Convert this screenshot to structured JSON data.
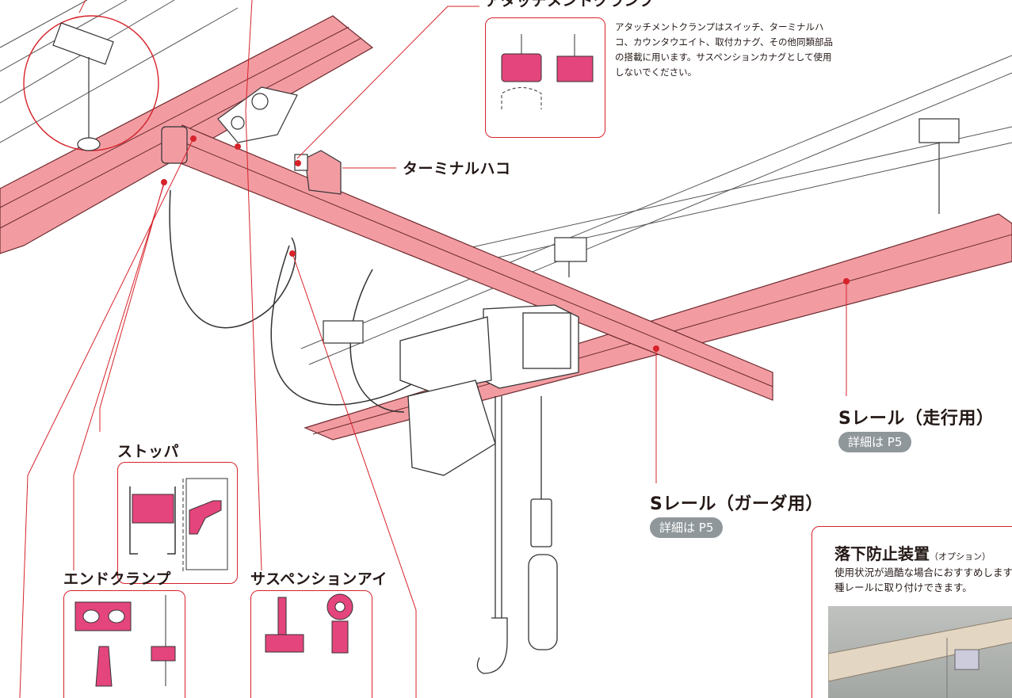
{
  "labels": {
    "attachment_clamp": "アタッチメントクランプ",
    "attachment_clamp_desc": "アタッチメントクランプはスイッチ、ターミナルハコ、カウンタウエイト、取付カナグ、その他同類部品の搭載に用います。サスペンションカナグとして使用しないでください。",
    "terminal_box": "ターミナルハコ",
    "stopper": "ストッパ",
    "end_clamp": "エンドクランプ",
    "suspension_eye": "サスペンションアイ",
    "s_rail_travel": "Sレール（走行用）",
    "s_rail_girder": "Sレール（ガーダ用）",
    "detail_travel": "詳細は P5",
    "detail_girder": "詳細は P5"
  },
  "fall_prevention": {
    "title": "落下防止装置",
    "title_suffix": "（オプション）",
    "body": "使用状況が過酷な場合におすすめします。各種レールに取り付けできます。"
  },
  "colors": {
    "rail_pink": "#f29ca2",
    "accent_red": "#d6232a",
    "clamp_magenta": "#e4457c",
    "badge_gray": "#8f979b"
  }
}
